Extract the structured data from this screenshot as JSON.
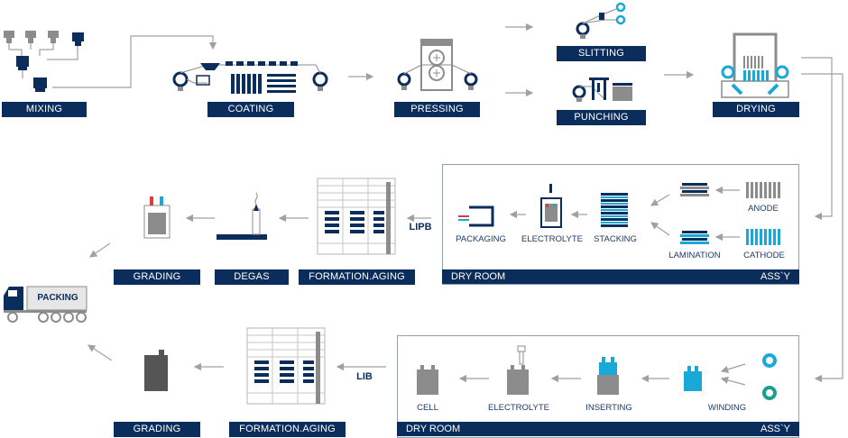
{
  "stages": {
    "mixing": "MIXING",
    "coating": "COATING",
    "pressing": "PRESSING",
    "slitting": "SLITTING",
    "punching": "PUNCHING",
    "drying": "DRYING",
    "grading_lipb": "GRADING",
    "degas": "DEGAS",
    "formation_lipb": "FORMATION.AGING",
    "packing": "PACKING",
    "grading_lib": "GRADING",
    "formation_lib": "FORMATION.AGING"
  },
  "lipb_room": {
    "left": "DRY ROOM",
    "right": "ASS`Y",
    "anode": "ANODE",
    "cathode": "CATHODE",
    "lamination": "LAMINATION",
    "stacking": "STACKING",
    "electrolyte": "ELECTROLYTE",
    "packaging": "PACKAGING"
  },
  "lib_room": {
    "left": "DRY ROOM",
    "right": "ASS`Y",
    "winding": "WINDING",
    "inserting": "INSERTING",
    "electrolyte": "ELECTROLYTE",
    "cell": "CELL"
  },
  "tags": {
    "lipb": "LIPB",
    "lib": "LIB"
  },
  "colors": {
    "navy": "#0b2d5b",
    "cyan": "#19a9d9",
    "teal": "#1a9f8e",
    "gray": "#8c8c8c",
    "arrow": "#a0a0a0"
  }
}
